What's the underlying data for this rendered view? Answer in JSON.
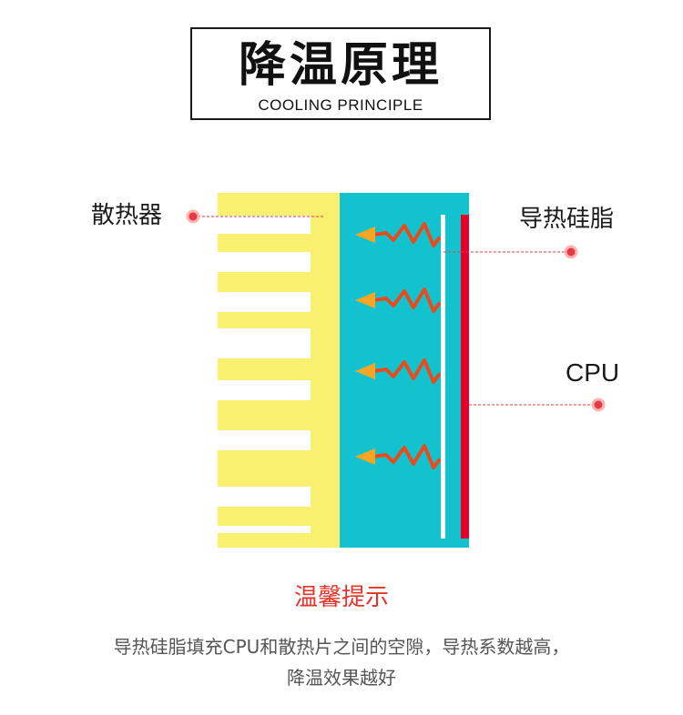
{
  "header": {
    "title": "降温原理",
    "subtitle": "COOLING PRINCIPLE"
  },
  "diagram": {
    "labels": {
      "heatsink": "散热器",
      "thermal_paste": "导热硅脂",
      "cpu": "CPU"
    },
    "colors": {
      "heatsink_fins": "#f9f070",
      "base_block": "#12c3cf",
      "cpu_bar": "#e4002b",
      "paste_line": "#ffffff",
      "callout_dot": "#e63946",
      "callout_line": "#e63946",
      "heat_arrow": "#e74c1c",
      "heat_arrow_head": "#f6a623"
    },
    "heat_arrow_count": 4,
    "fin_count": 7
  },
  "tip": {
    "title": "温馨提示",
    "lines": [
      "导热硅脂填充CPU和散热片之间的空隙，导热系数越高，",
      "降温效果越好"
    ]
  }
}
